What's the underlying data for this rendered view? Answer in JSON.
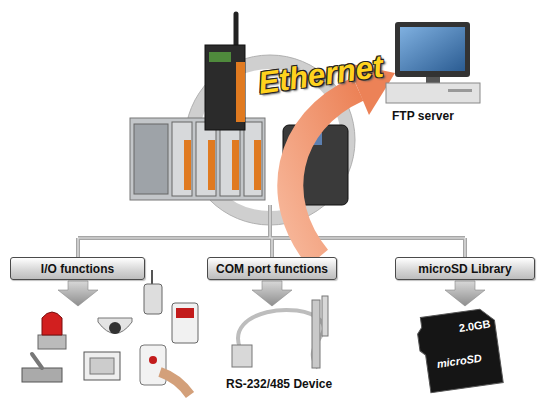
{
  "diagram": {
    "nodes": [
      {
        "text": [
          "I/O functions"
        ]
      },
      {
        "text": [
          "COM port functions"
        ]
      },
      {
        "text": [
          "microSD Library"
        ]
      }
    ],
    "labels": [
      "Ethernet",
      "FTP server",
      "RS-232/485 Device",
      "2.0GB",
      "microSD"
    ]
  }
}
